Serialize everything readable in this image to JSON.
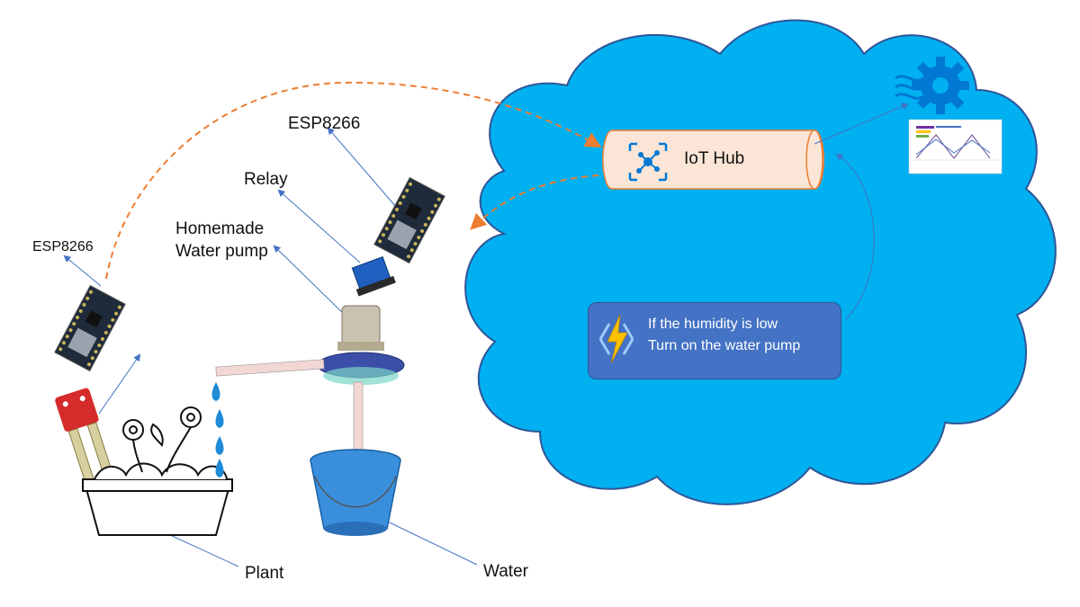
{
  "labels": {
    "esp_left": "ESP8266",
    "esp_top": "ESP8266",
    "relay": "Relay",
    "pump_line1": "Homemade",
    "pump_line2": "Water pump",
    "plant": "Plant",
    "water": "Water"
  },
  "cloud": {
    "iot_hub": "IoT Hub",
    "function_line1": "If the humidity is low",
    "function_line2": "Turn on the water pump"
  },
  "colors": {
    "cloud_fill": "#00b0f0",
    "cloud_stroke": "#2f5597",
    "hub_fill": "#fbe5d6",
    "hub_stroke": "#ed7d31",
    "function_box": "#4472c4",
    "dashed_arrow": "#ed7d31",
    "pointer_lines": "#4472c4"
  },
  "icons": [
    "iot-hub-icon",
    "azure-function-bolt-icon",
    "stream-analytics-gear-icon",
    "chart-thumbnail",
    "esp8266-board",
    "soil-moisture-sensor",
    "relay-module",
    "dc-motor-pump",
    "flower-pot",
    "water-bucket",
    "water-drop-icon"
  ]
}
